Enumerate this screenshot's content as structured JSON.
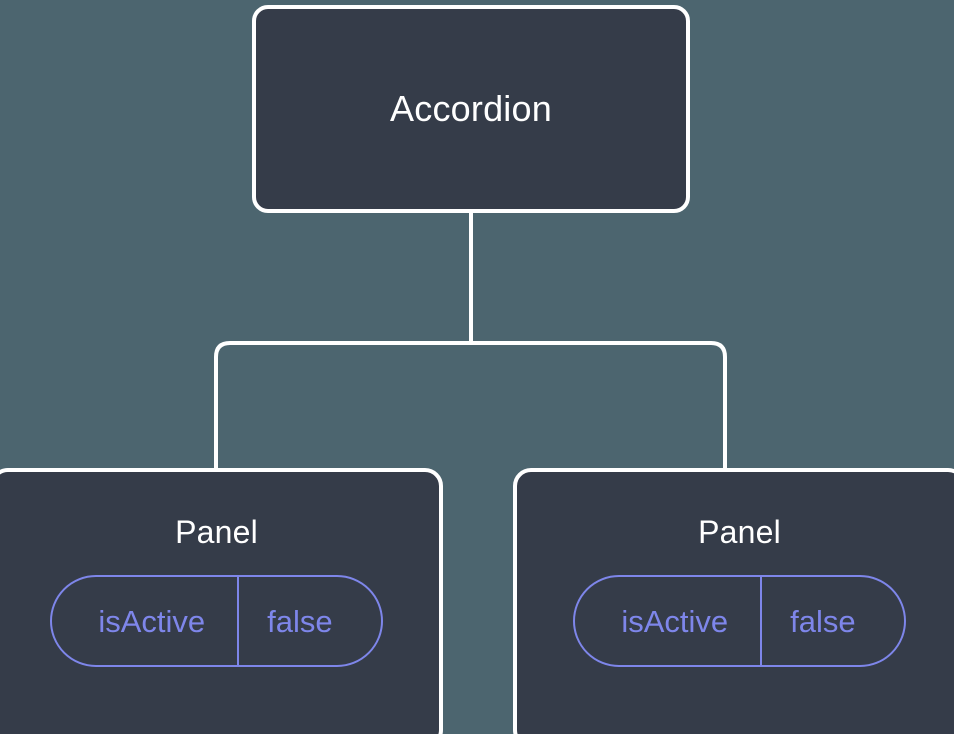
{
  "diagram": {
    "type": "component-tree",
    "background_color": "#4c656f",
    "node_fill_color": "#353c49",
    "node_border_color": "#ffffff",
    "edge_color": "#ffffff",
    "accent_color": "#7e86ea",
    "root": {
      "label": "Accordion"
    },
    "children": [
      {
        "label": "Panel",
        "state": {
          "key": "isActive",
          "value": "false"
        }
      },
      {
        "label": "Panel",
        "state": {
          "key": "isActive",
          "value": "false"
        }
      }
    ]
  }
}
